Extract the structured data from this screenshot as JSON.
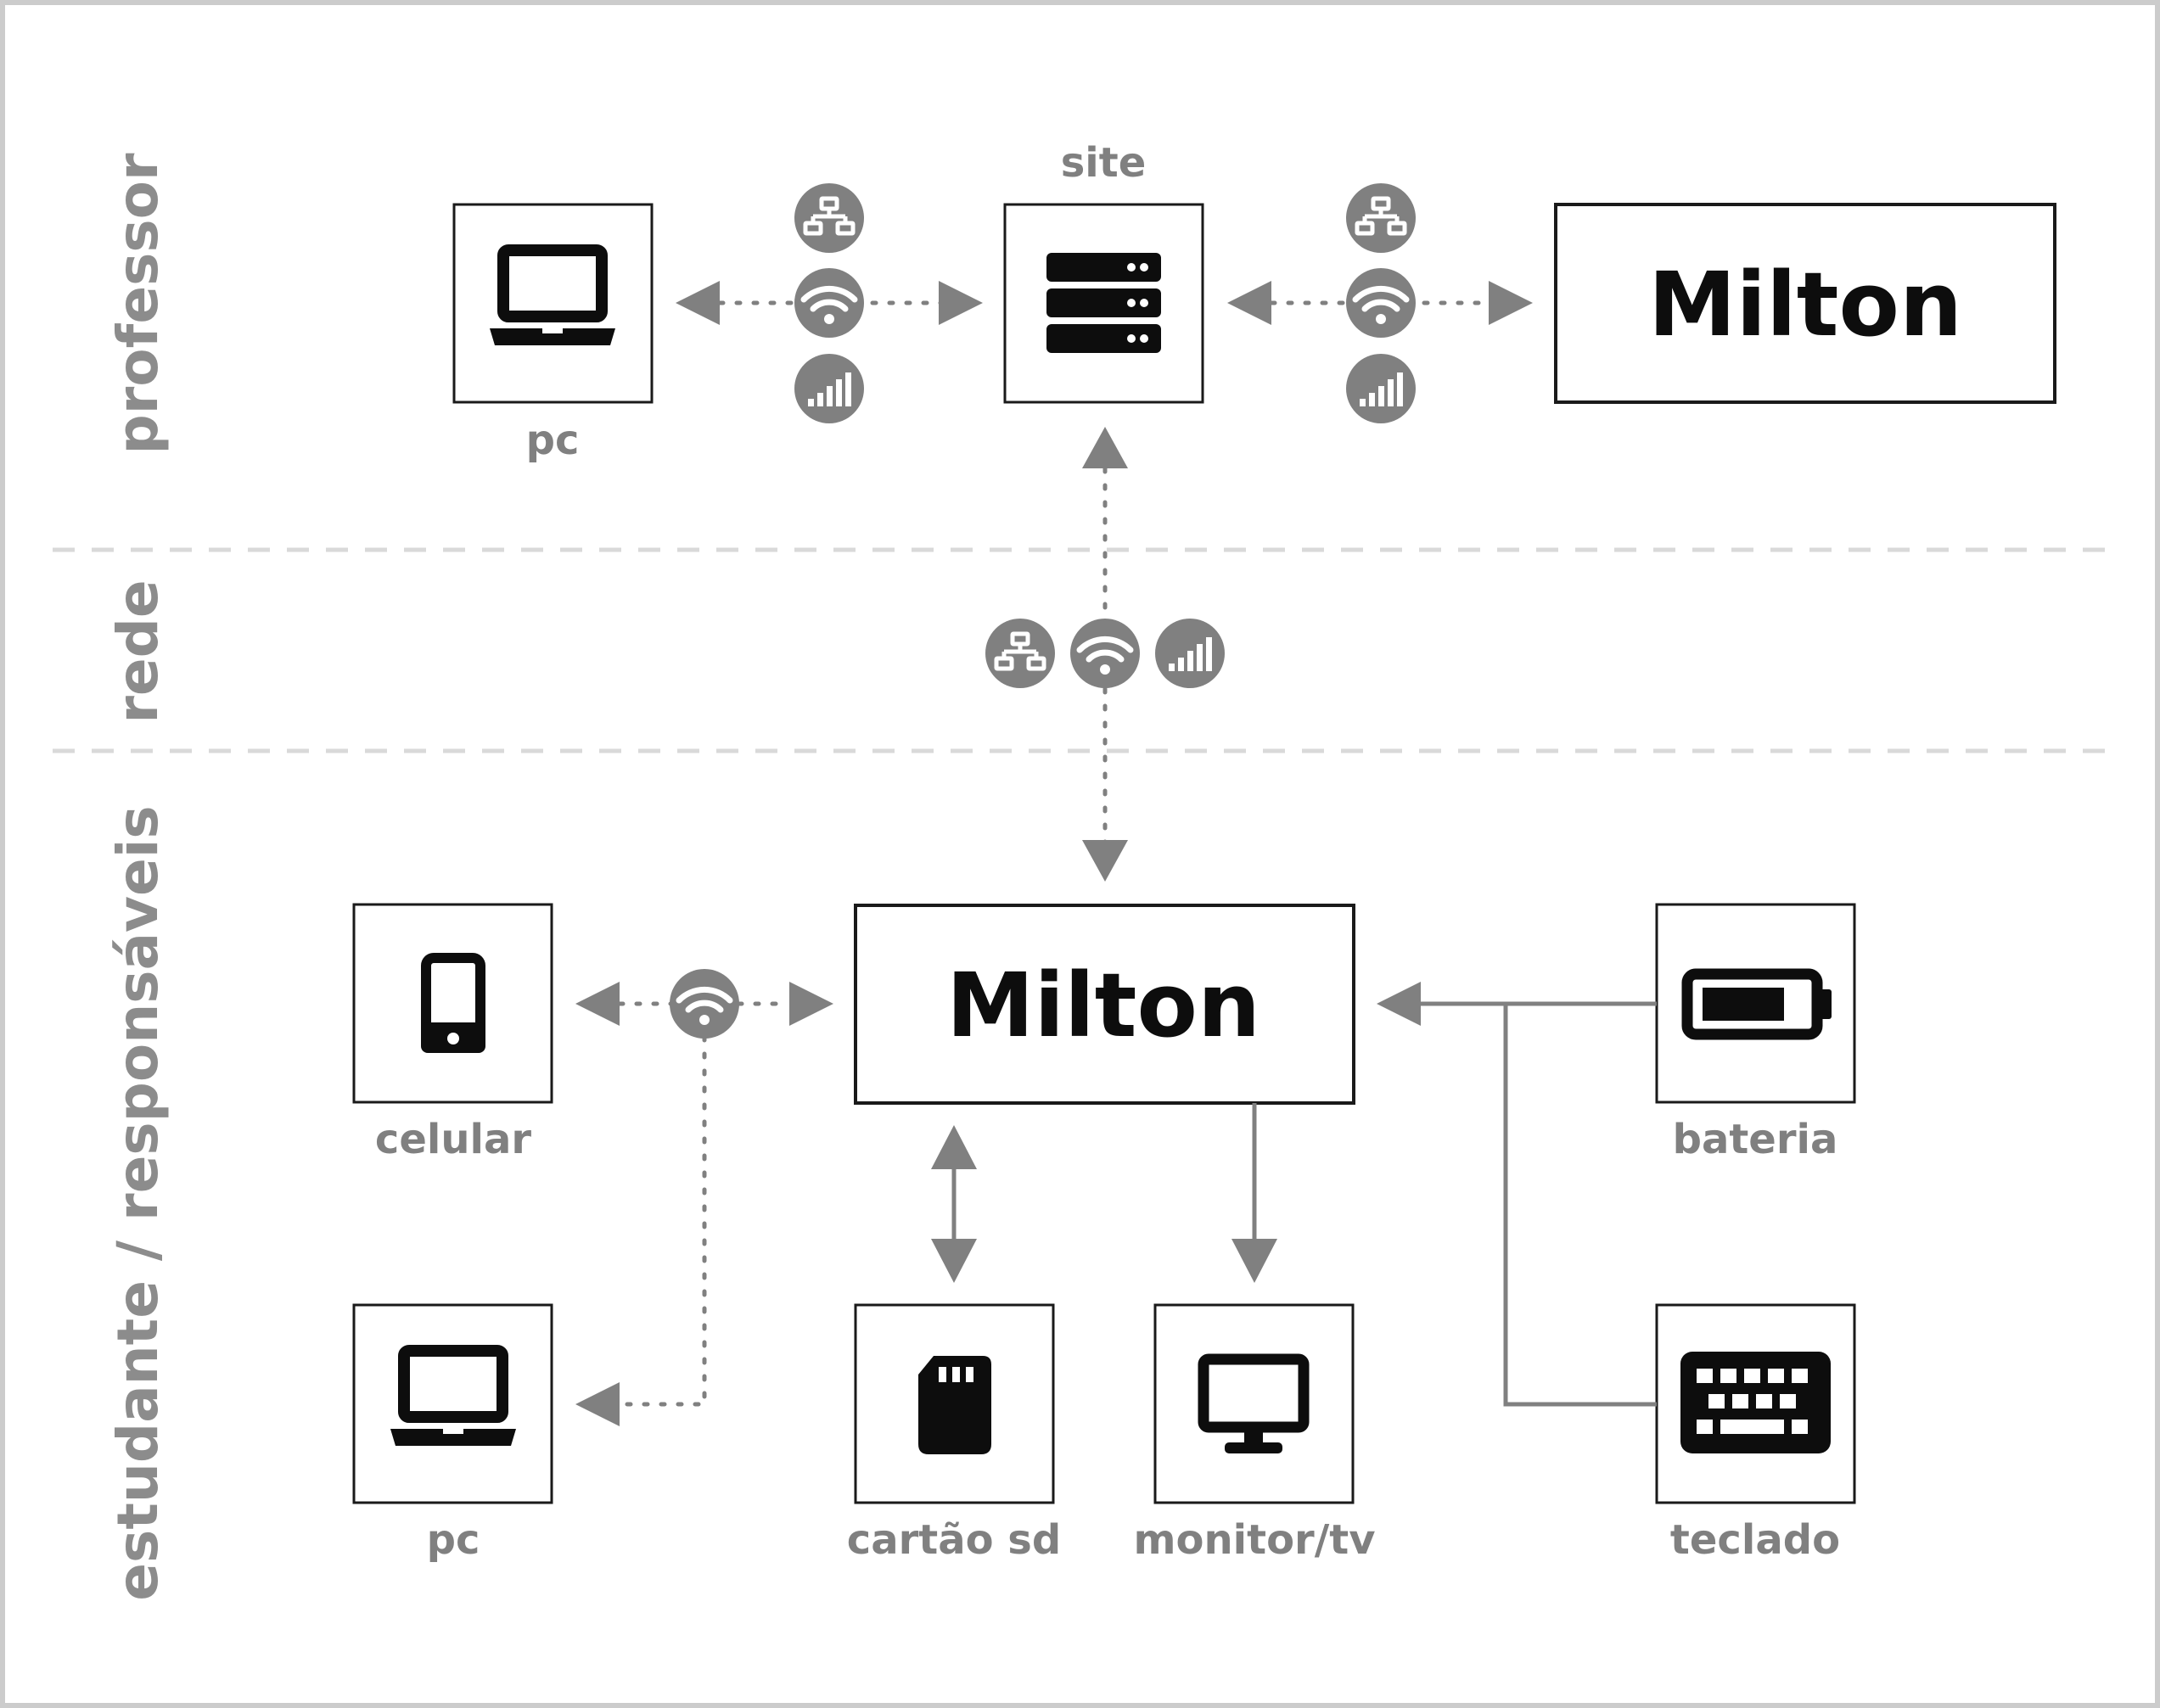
{
  "lanes": {
    "professor": "professor",
    "rede": "rede",
    "estudante": "estudante / responsáveis"
  },
  "nodes": {
    "site": "site",
    "pc_professor": "pc",
    "milton_professor": "Milton",
    "milton_student": "Milton",
    "celular": "celular",
    "pc_student": "pc",
    "cartao_sd": "cartão sd",
    "monitor_tv": "monitor/tv",
    "bateria": "bateria",
    "teclado": "teclado"
  },
  "icons": {
    "network": "ethernet-network-icon",
    "wifi": "wifi-icon",
    "cellular": "cellular-signal-icon"
  },
  "colors": {
    "connector": "#808080",
    "icon": "#0d0d0d",
    "lane_label": "#8c8c8c"
  }
}
